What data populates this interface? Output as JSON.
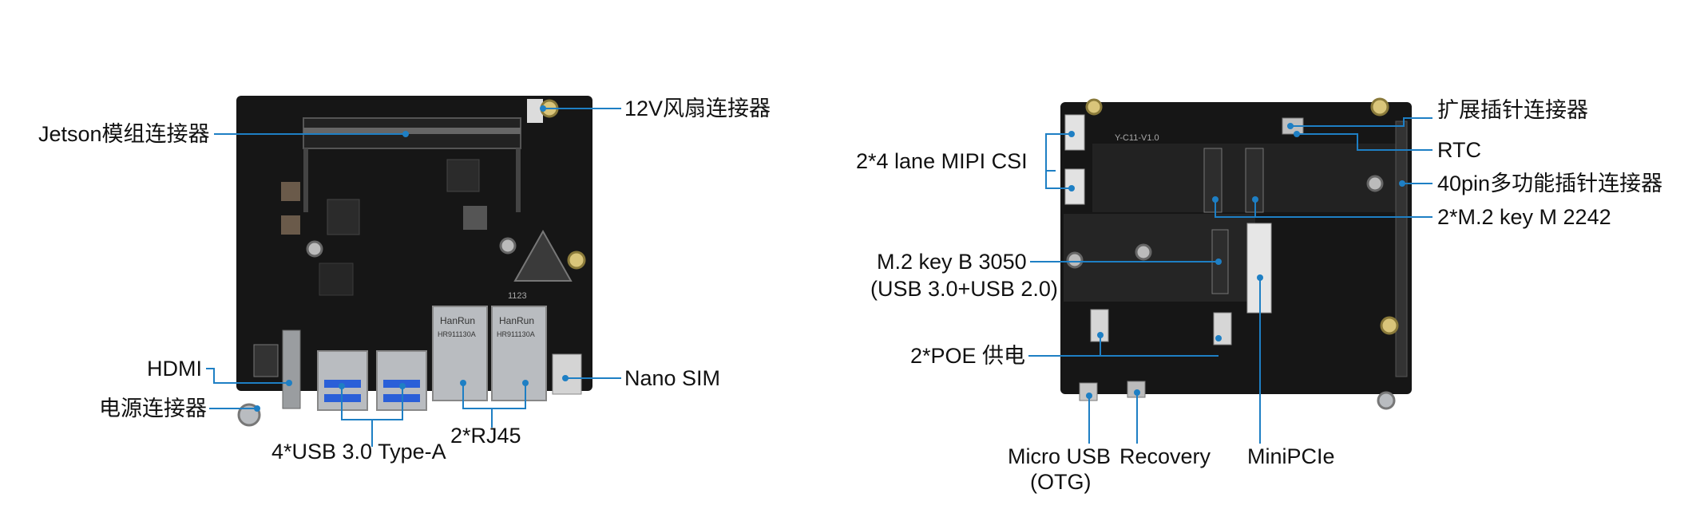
{
  "left_board": {
    "labels": {
      "jetson": "Jetson模组连接器",
      "fan": "12V风扇连接器",
      "hdmi": "HDMI",
      "power": "电源连接器",
      "usb": "4*USB 3.0 Type-A",
      "rj45": "2*RJ45",
      "sim": "Nano SIM"
    },
    "silk": {
      "chip1": "HanRun",
      "chip2": "HanRun",
      "code1": "HR911130A",
      "code2": "HR911130A",
      "num": "1123"
    }
  },
  "right_board": {
    "labels": {
      "expansion": "扩展插针连接器",
      "rtc": "RTC",
      "pin40": "40pin多功能插针连接器",
      "m2m": "2*M.2 key M 2242",
      "mipi": "2*4 lane MIPI CSI",
      "m2b_line1": "M.2 key B 3050",
      "m2b_line2": "(USB 3.0+USB 2.0)",
      "poe": "2*POE 供电",
      "microusb_line1": "Micro USB",
      "microusb_line2": "(OTG)",
      "recovery": "Recovery",
      "minipcie": "MiniPCIe"
    },
    "silk": {
      "board_id": "Y-C11-V1.0"
    }
  },
  "colors": {
    "pcb": "#161616",
    "callout": "#1e7fc4",
    "usb_blue": "#2a5fd8",
    "connector_silver": "#b9bcc0"
  }
}
